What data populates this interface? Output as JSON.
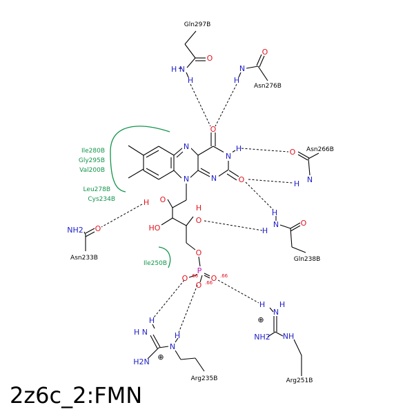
{
  "title": "2z6c_2:FMN",
  "colors": {
    "carbon": "#000000",
    "nitrogen": "#1e1ec8",
    "oxygen": "#e0141e",
    "phosphorus": "#c014c0",
    "hydrophobic": "#11944a",
    "charge_label": "#e0141e"
  },
  "ligand_atoms": {
    "N": "N",
    "O": "O",
    "OH": "OH",
    "HO": "HO",
    "H": "H",
    "P": "P"
  },
  "phosphate_charges": [
    ".66",
    ".66",
    ".66"
  ],
  "plus_symbol": "⊕",
  "residues": {
    "gln297b": "Gln297B",
    "asn276b": "Asn276B",
    "asn266b": "Asn266B",
    "asn233b": "Asn233B",
    "gln238b": "Gln238B",
    "arg235b": "Arg235B",
    "arg251b": "Arg251B"
  },
  "residue_atoms": {
    "nh2": "NH2",
    "h2n": "H2N",
    "hn": "H N",
    "nh": "NH"
  },
  "hydrophobic_groups": [
    {
      "labels": [
        "Ile280B",
        "Gly295B",
        "Val200B"
      ]
    },
    {
      "labels": [
        "Leu278B",
        "Cys234B"
      ]
    },
    {
      "labels": [
        "Ile250B"
      ]
    }
  ]
}
